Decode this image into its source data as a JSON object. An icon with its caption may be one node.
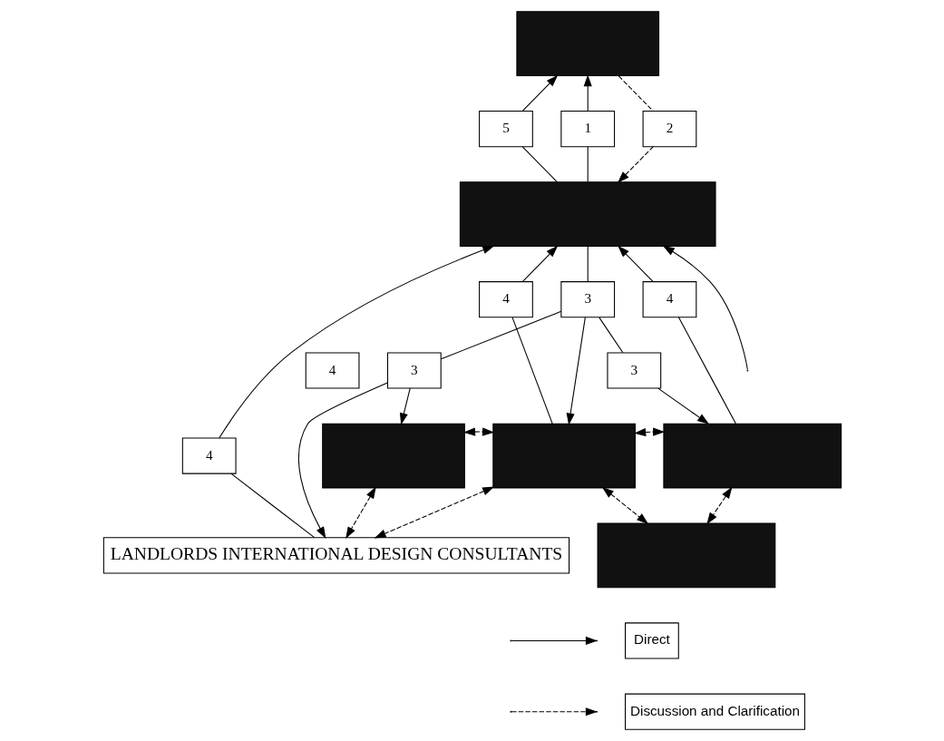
{
  "diagram": {
    "nodes": [
      {
        "text": [],
        "shape": "box"
      },
      {
        "text": [
          "5"
        ]
      },
      {
        "text": [
          "1"
        ]
      },
      {
        "text": [
          "2"
        ]
      },
      {
        "text": [],
        "shape": "box"
      },
      {
        "text": [
          "4"
        ]
      },
      {
        "text": [
          "4"
        ]
      },
      {
        "text": [
          "3"
        ]
      },
      {
        "text": [
          "4"
        ]
      },
      {
        "text": [
          "3"
        ]
      },
      {
        "text": [
          "3"
        ]
      },
      {
        "text": [
          "4"
        ]
      },
      {
        "text": [],
        "shape": "box"
      },
      {
        "text": [],
        "shape": "box"
      },
      {
        "text": [],
        "shape": "box"
      },
      {
        "text": [],
        "shape": "box"
      },
      {
        "text": [
          "LANDLORDS INTERNATIONAL DESIGN CONSULTANTS"
        ]
      }
    ],
    "edges": [
      {
        "from": 4,
        "to": 1,
        "arrow": "none"
      },
      {
        "from": 1,
        "to": 0,
        "arrow": "to"
      },
      {
        "from": 4,
        "to": 2,
        "arrow": "none"
      },
      {
        "from": 2,
        "to": 0,
        "arrow": "to"
      },
      {
        "from": 0,
        "to": 3,
        "arrow": "none",
        "style": "dashed"
      },
      {
        "from": 3,
        "to": 4,
        "arrow": "to",
        "style": "dashed"
      },
      {
        "from": 16,
        "to": 5,
        "arrow": "none"
      },
      {
        "from": 5,
        "to": 4,
        "arrow": "to"
      },
      {
        "from": null,
        "to": 4,
        "arrow": "to"
      },
      {
        "from": 13,
        "to": 8,
        "arrow": "none"
      },
      {
        "from": 8,
        "to": 4,
        "arrow": "to"
      },
      {
        "from": 4,
        "to": 9,
        "arrow": "none"
      },
      {
        "from": 9,
        "to": 13,
        "arrow": "to"
      },
      {
        "from": 9,
        "to": 7,
        "arrow": "none"
      },
      {
        "from": 9,
        "to": 10,
        "arrow": "none"
      },
      {
        "from": 7,
        "to": 12,
        "arrow": "to"
      },
      {
        "from": 7,
        "to": 16,
        "arrow": "to"
      },
      {
        "from": 10,
        "to": 14,
        "arrow": "to"
      },
      {
        "from": 14,
        "to": 11,
        "arrow": "none"
      },
      {
        "from": 11,
        "to": 4,
        "arrow": "to"
      },
      {
        "from": 12,
        "to": 13,
        "arrow": "both",
        "style": "dashed"
      },
      {
        "from": 12,
        "to": 16,
        "arrow": "both",
        "style": "dashed"
      },
      {
        "from": 13,
        "to": 16,
        "arrow": "both",
        "style": "dashed"
      },
      {
        "from": 13,
        "to": 14,
        "arrow": "both",
        "style": "dashed"
      },
      {
        "from": 13,
        "to": 15,
        "arrow": "both",
        "style": "dashed"
      },
      {
        "from": 14,
        "to": 15,
        "arrow": "both",
        "style": "dashed"
      }
    ],
    "legend": [
      {
        "text": "Direct"
      },
      {
        "text": "Discussion and Clarification"
      }
    ]
  }
}
